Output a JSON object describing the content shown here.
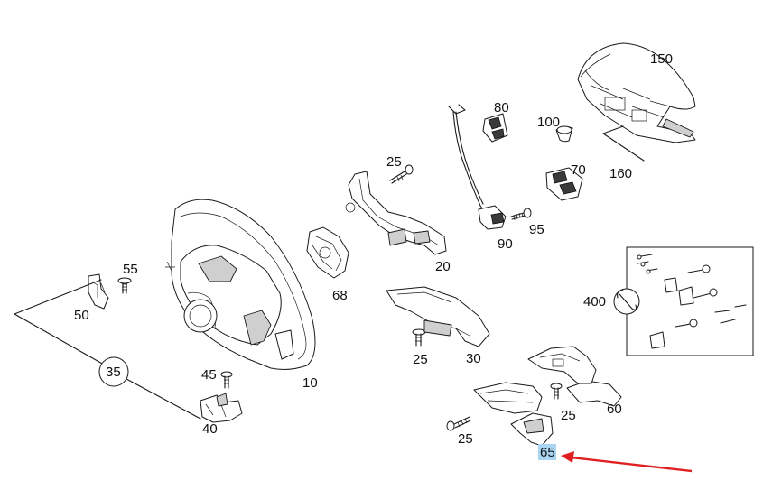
{
  "labels": {
    "p150": "150",
    "p160": "160",
    "p80": "80",
    "p100": "100",
    "p70": "70",
    "p25a": "25",
    "p95": "95",
    "p90": "90",
    "p20": "20",
    "p55": "55",
    "p50": "50",
    "p68": "68",
    "p400": "400",
    "p35": "35",
    "p10": "10",
    "p45": "45",
    "p40": "40",
    "p25b": "25",
    "p30": "30",
    "p25c": "25",
    "p60": "60",
    "p25d": "25",
    "p65": "65"
  },
  "highlight": {
    "label_ref": "p65",
    "color": "#a9d4f2",
    "arrow_color": "#e02020"
  },
  "icons": [
    "wrench-icon"
  ]
}
